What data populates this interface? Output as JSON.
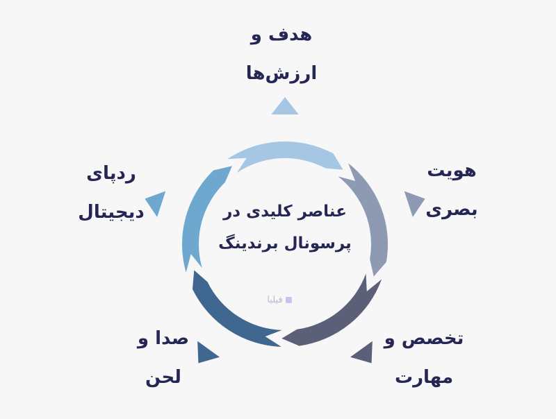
{
  "diagram": {
    "center_title": [
      "عناصر کلیدی در",
      "پرسونال برندینگ"
    ],
    "watermark": "فیلیا",
    "items": [
      {
        "lines": [
          "هدف و",
          "ارزش‌ها"
        ],
        "color": "#a6c7e3"
      },
      {
        "lines": [
          "هویت",
          "بصری"
        ],
        "color": "#8d9ab2"
      },
      {
        "lines": [
          "تخصص و",
          "مهارت"
        ],
        "color": "#5c5f78"
      },
      {
        "lines": [
          "صدا و",
          "لحن"
        ],
        "color": "#40678f"
      },
      {
        "lines": [
          "ردپای",
          "دیجیتال"
        ],
        "color": "#6fa8cf"
      }
    ]
  }
}
